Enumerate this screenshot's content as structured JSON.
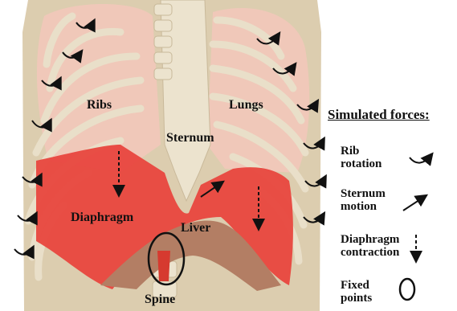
{
  "labels": {
    "ribs": "Ribs",
    "lungs": "Lungs",
    "sternum": "Sternum",
    "diaphragm": "Diaphragm",
    "liver": "Liver",
    "spine": "Spine"
  },
  "legend": {
    "title": "Simulated forces:",
    "items": [
      {
        "line1": "Rib",
        "line2": "rotation",
        "icon": "curved-arrow-icon"
      },
      {
        "line1": "Sternum",
        "line2": "motion",
        "icon": "diagonal-arrow-icon"
      },
      {
        "line1": "Diaphragm",
        "line2": "contraction",
        "icon": "dashed-down-arrow-icon"
      },
      {
        "line1": "Fixed",
        "line2": "points",
        "icon": "ellipse-icon"
      }
    ]
  },
  "colors": {
    "body": "#d9c9a8",
    "lungs": "#f0c6b8",
    "diaphragm": "#e8473f",
    "liver": "#b07a62",
    "bone": "#efe6d3"
  }
}
